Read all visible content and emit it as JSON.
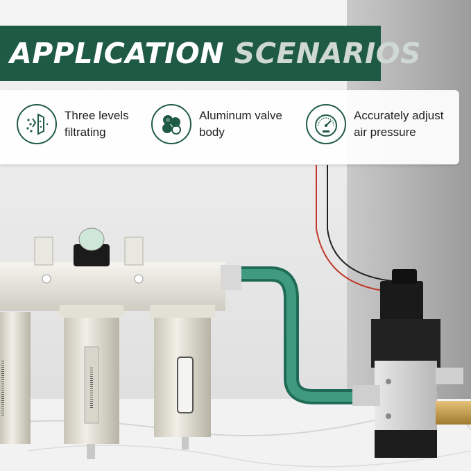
{
  "banner": {
    "title_part1": "APPLICATION",
    "title_part2": "SCENARIOS",
    "color": "#1f5a45"
  },
  "features": [
    {
      "icon": "filter-layers-icon",
      "line1": "Three levels",
      "line2": "filtrating"
    },
    {
      "icon": "aluminum-valve-icon",
      "line1": "Aluminum valve",
      "line2": "body"
    },
    {
      "icon": "pressure-gauge-icon",
      "line1": "Accurately adjust",
      "line2": "air pressure"
    }
  ],
  "colors": {
    "accent": "#1f5a45",
    "hose": "#2f8a70",
    "valve_body": "#1a1a1a",
    "red_wire": "#c0392b"
  }
}
